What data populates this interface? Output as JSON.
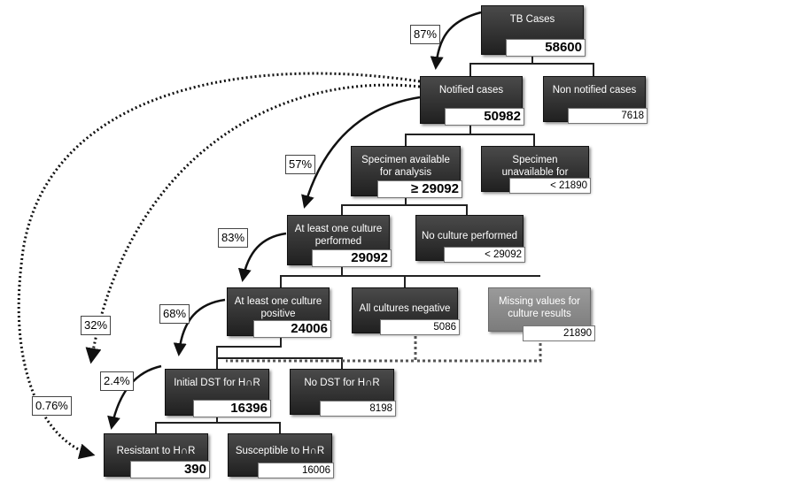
{
  "nodes": {
    "tb_cases": {
      "label": "TB Cases",
      "value": "58600"
    },
    "notified": {
      "label": "Notified cases",
      "value": "50982"
    },
    "non_notified": {
      "label": "Non notified cases",
      "value": "7618"
    },
    "specimen_available": {
      "label": "Specimen available for analysis",
      "value": "≥ 29092"
    },
    "specimen_unavailable": {
      "label": "Specimen unavailable for analysis",
      "value": "< 21890"
    },
    "culture_performed": {
      "label": "At least one culture performed",
      "value": "29092"
    },
    "no_culture": {
      "label": "No culture performed",
      "value": "< 29092"
    },
    "culture_positive": {
      "label": "At least one culture positive",
      "value": "24006"
    },
    "cultures_negative": {
      "label": "All cultures negative",
      "value": "5086"
    },
    "missing_values": {
      "label": "Missing  values for culture results",
      "value": "21890"
    },
    "initial_dst": {
      "label": "Initial DST for H∩R",
      "value": "16396"
    },
    "no_dst": {
      "label": "No DST for H∩R",
      "value": "8198"
    },
    "resistant": {
      "label": "Resistant to H∩R",
      "value": "390"
    },
    "susceptible": {
      "label": "Susceptible to H∩R",
      "value": "16006"
    }
  },
  "percentages": {
    "notified_of_cases": "87%",
    "culture_of_notified": "57%",
    "positive_of_culture": "83%",
    "dst_of_positive": "68%",
    "dst_of_notified": "32%",
    "resistant_of_dst": "2.4%",
    "resistant_of_notified": "0.76%"
  },
  "colors": {
    "node_dark": "#2a2a2a",
    "node_missing": "#8c8c8c",
    "connector": "#222222",
    "dotted": "#555555"
  }
}
